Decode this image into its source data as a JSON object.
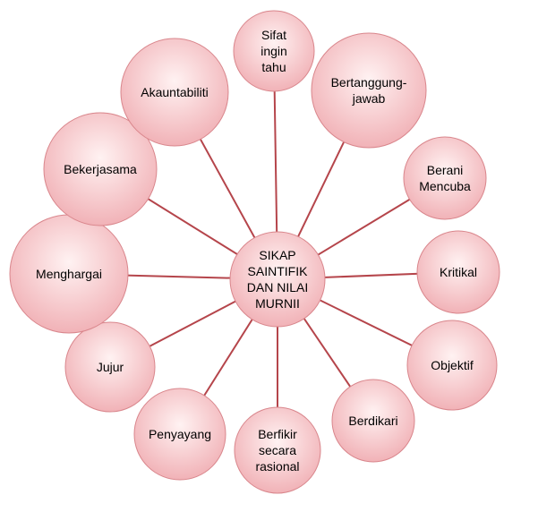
{
  "colors": {
    "connector": "#b5454b",
    "bubble_light": "#fff2f2",
    "bubble_dark": "#f1b2b7",
    "bubble_stroke": "#d9868c",
    "text": "#000000"
  },
  "center": {
    "lines": [
      "SIKAP",
      "SAINTIFIK",
      "DAN NILAI",
      "MURNII"
    ]
  },
  "nodes": [
    {
      "id": "sifat-ingin-tahu",
      "lines": [
        "Sifat",
        "ingin",
        "tahu"
      ]
    },
    {
      "id": "bertanggung-jawab",
      "lines": [
        "Bertanggung-",
        "jawab"
      ]
    },
    {
      "id": "berani-mencuba",
      "lines": [
        "Berani",
        "Mencuba"
      ]
    },
    {
      "id": "kritikal",
      "lines": [
        "Kritikal"
      ]
    },
    {
      "id": "objektif",
      "lines": [
        "Objektif"
      ]
    },
    {
      "id": "berdikari",
      "lines": [
        "Berdikari"
      ]
    },
    {
      "id": "berfikir-secara-rasional",
      "lines": [
        "Berfikir",
        "secara",
        "rasional"
      ]
    },
    {
      "id": "penyayang",
      "lines": [
        "Penyayang"
      ]
    },
    {
      "id": "jujur",
      "lines": [
        "Jujur"
      ]
    },
    {
      "id": "menghargai",
      "lines": [
        "Menghargai"
      ]
    },
    {
      "id": "bekerjasama",
      "lines": [
        "Bekerjasama"
      ]
    },
    {
      "id": "akauntabiliti",
      "lines": [
        "Akauntabiliti"
      ]
    }
  ]
}
